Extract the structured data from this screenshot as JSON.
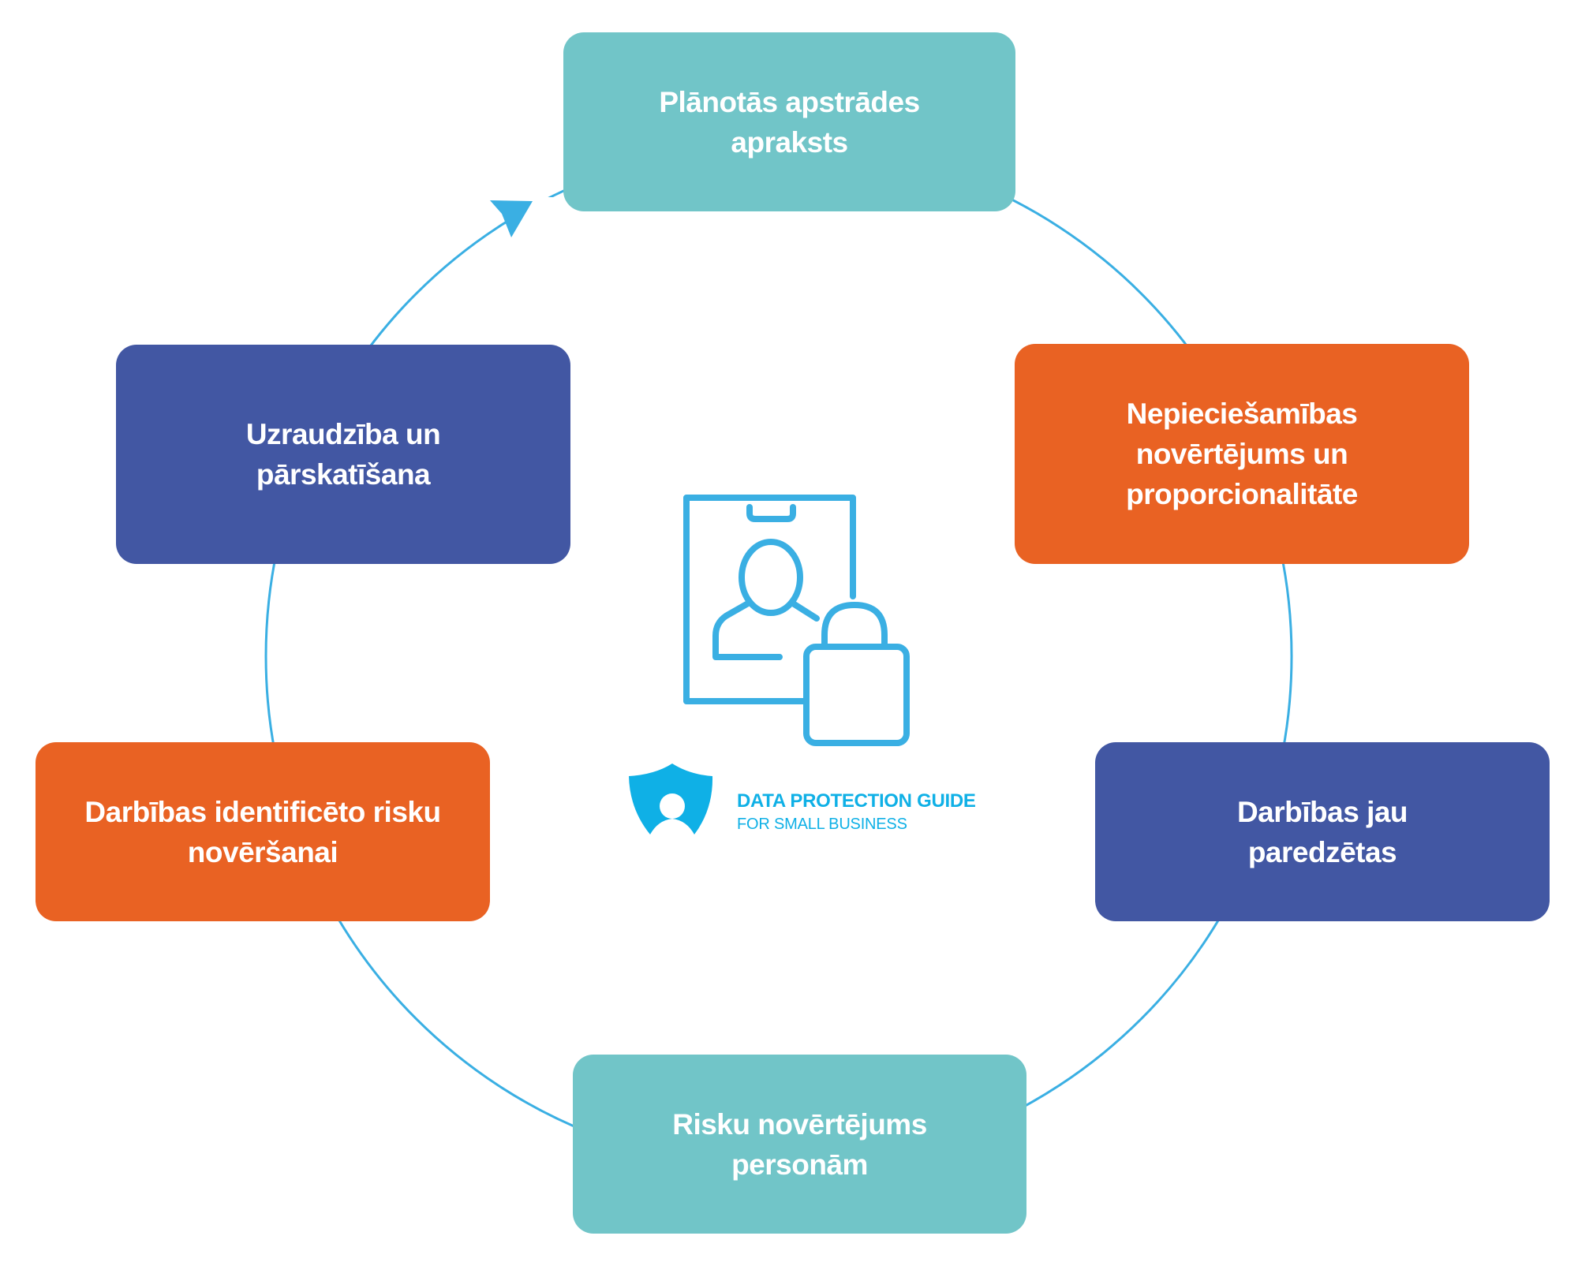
{
  "diagram": {
    "type": "cycle",
    "direction": "clockwise",
    "colors": {
      "connector": "#3aafe3",
      "teal": "#71c5c8",
      "orange": "#e96223",
      "indigo": "#4257a3",
      "icon": "#3aafe3",
      "logo": "#0fb0e6"
    },
    "steps": [
      {
        "id": 1,
        "color": "teal",
        "lines": [
          "Plānotās apstrādes",
          "apraksts"
        ]
      },
      {
        "id": 2,
        "color": "orange",
        "lines": [
          "Nepieciešamības",
          "novērtējums un",
          "proporcionalitāte"
        ]
      },
      {
        "id": 3,
        "color": "indigo",
        "lines": [
          "Darbības jau",
          "paredzētas"
        ]
      },
      {
        "id": 4,
        "color": "teal",
        "lines": [
          "Risku novērtējums",
          "personām"
        ]
      },
      {
        "id": 5,
        "color": "orange",
        "lines": [
          "Darbības identificēto risku",
          "novēršanai"
        ]
      },
      {
        "id": 6,
        "color": "indigo",
        "lines": [
          "Uzraudzība un",
          "pārskatīšana"
        ]
      }
    ]
  },
  "center": {
    "icon": "clipboard-person-lock-icon",
    "logo": {
      "icon": "shield-person-icon",
      "title": "DATA PROTECTION GUIDE",
      "subtitle": "FOR SMALL BUSINESS"
    }
  }
}
